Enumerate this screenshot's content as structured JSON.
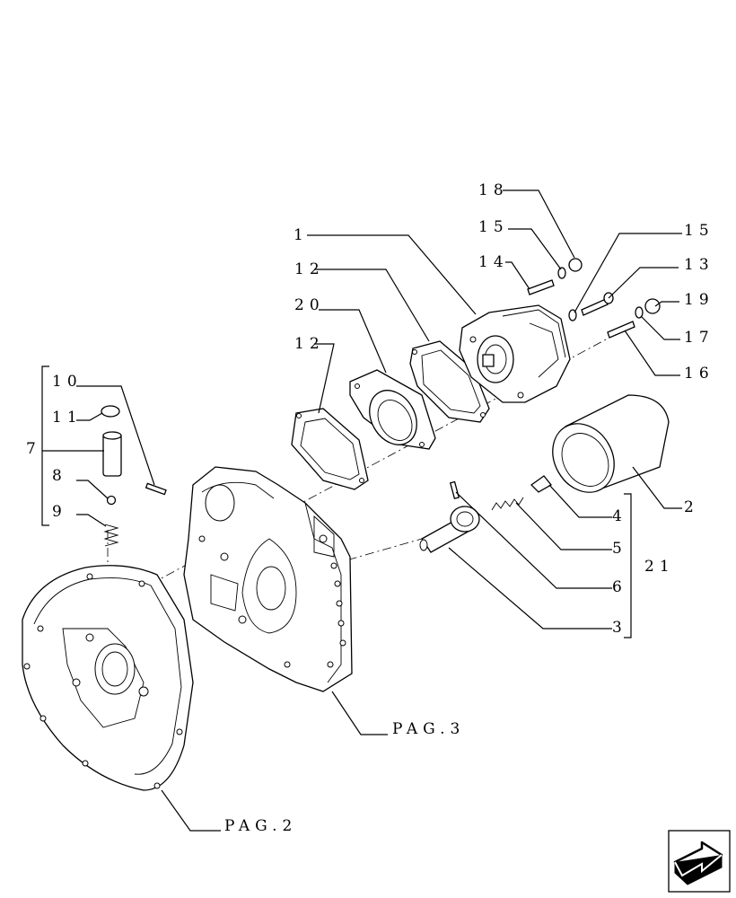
{
  "callouts": {
    "c1": "1",
    "c2": "2",
    "c3": "3",
    "c4": "4",
    "c5": "5",
    "c6": "6",
    "c7": "7",
    "c8": "8",
    "c9": "9",
    "c10": "10",
    "c11": "11",
    "c12a": "12",
    "c12b": "12",
    "c13": "13",
    "c14": "14",
    "c15a": "15",
    "c15b": "15",
    "c16": "16",
    "c17": "17",
    "c18": "18",
    "c19": "19",
    "c20": "20",
    "c21": "21"
  },
  "page_refs": {
    "pag2": "PAG.2",
    "pag3": "PAG.3"
  },
  "nav": {
    "next_page_icon": "next-page-arrow-icon"
  }
}
